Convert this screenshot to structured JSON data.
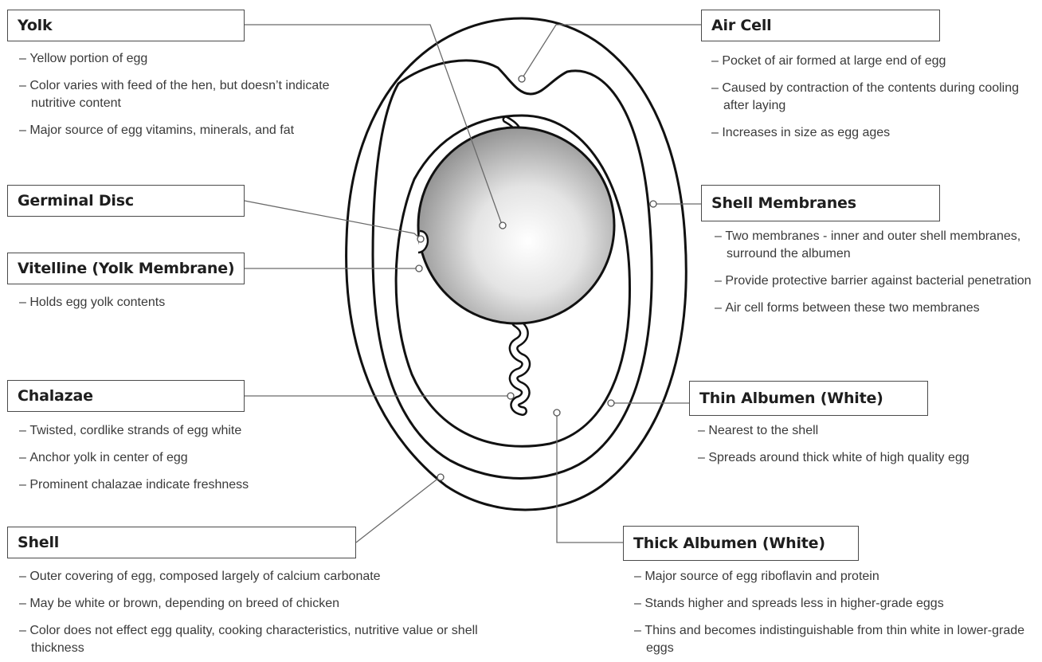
{
  "colors": {
    "line": "#4a4a4a",
    "outline": "#111111",
    "text": "#3a3a3a",
    "yolk_light": "#ffffff",
    "yolk_dark": "#8c8c8c"
  },
  "parts": {
    "yolk": {
      "title": "Yolk",
      "bullets": [
        "Yellow portion of egg",
        "Color varies with feed of the hen, but doesn’t indicate nutritive content",
        "Major source of egg vitamins, minerals, and fat"
      ]
    },
    "germinal_disc": {
      "title": "Germinal Disc"
    },
    "vitelline": {
      "title": "Vitelline (Yolk Membrane)",
      "bullets": [
        "Holds egg yolk contents"
      ]
    },
    "chalazae": {
      "title": "Chalazae",
      "bullets": [
        "Twisted, cordlike strands of egg white",
        "Anchor yolk in center of egg",
        "Prominent chalazae indicate freshness"
      ]
    },
    "shell": {
      "title": "Shell",
      "bullets": [
        "Outer covering of egg, composed largely of calcium carbonate",
        "May be white or brown, depending on breed of chicken",
        "Color does not effect egg quality, cooking characteristics, nutritive value or shell thickness"
      ]
    },
    "air_cell": {
      "title": "Air Cell",
      "bullets": [
        "Pocket of air formed at large end of egg",
        "Caused by contraction of the contents during cooling after laying",
        "Increases in size as egg ages"
      ]
    },
    "shell_membranes": {
      "title": "Shell Membranes",
      "bullets": [
        "Two membranes - inner and outer shell membranes, surround the albumen",
        "Provide protective barrier against bacterial penetration",
        "Air cell forms between these two membranes"
      ]
    },
    "thin_albumen": {
      "title": "Thin Albumen (White)",
      "bullets": [
        "Nearest to the shell",
        "Spreads around thick white of high quality egg"
      ]
    },
    "thick_albumen": {
      "title": "Thick Albumen (White)",
      "bullets": [
        "Major source of egg riboflavin and protein",
        "Stands higher and spreads less in higher-grade eggs",
        "Thins and becomes indistinguishable from thin white in lower-grade eggs"
      ]
    }
  }
}
